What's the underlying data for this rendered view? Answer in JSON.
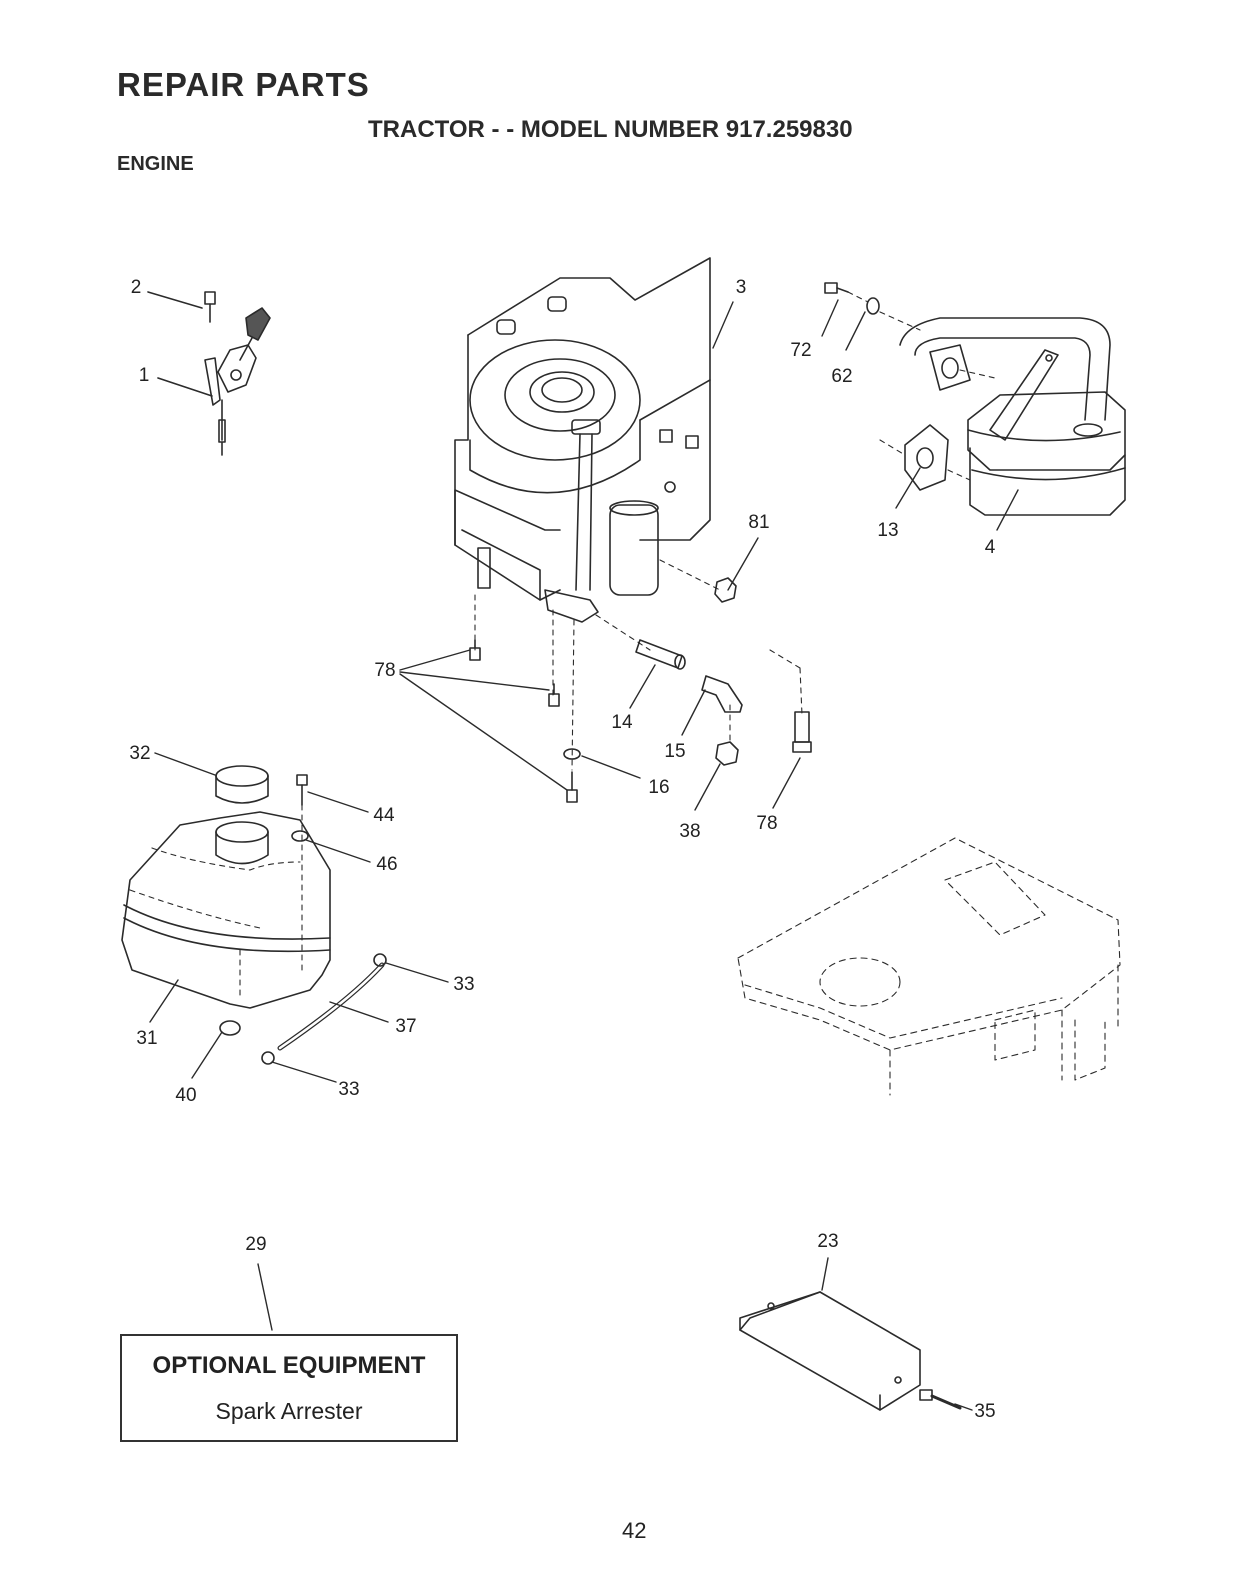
{
  "header": {
    "title": "REPAIR PARTS",
    "subtitle": "TRACTOR - - MODEL NUMBER 917.259830",
    "section": "ENGINE"
  },
  "callouts": [
    {
      "id": "c2",
      "text": "2"
    },
    {
      "id": "c1",
      "text": "1"
    },
    {
      "id": "c3",
      "text": "3"
    },
    {
      "id": "c72",
      "text": "72"
    },
    {
      "id": "c62",
      "text": "62"
    },
    {
      "id": "c13",
      "text": "13"
    },
    {
      "id": "c4",
      "text": "4"
    },
    {
      "id": "c81",
      "text": "81"
    },
    {
      "id": "c78a",
      "text": "78"
    },
    {
      "id": "c14",
      "text": "14"
    },
    {
      "id": "c15",
      "text": "15"
    },
    {
      "id": "c16",
      "text": "16"
    },
    {
      "id": "c38",
      "text": "38"
    },
    {
      "id": "c78b",
      "text": "78"
    },
    {
      "id": "c32",
      "text": "32"
    },
    {
      "id": "c44",
      "text": "44"
    },
    {
      "id": "c46",
      "text": "46"
    },
    {
      "id": "c33a",
      "text": "33"
    },
    {
      "id": "c37",
      "text": "37"
    },
    {
      "id": "c31",
      "text": "31"
    },
    {
      "id": "c40",
      "text": "40"
    },
    {
      "id": "c33b",
      "text": "33"
    },
    {
      "id": "c29",
      "text": "29"
    },
    {
      "id": "c23",
      "text": "23"
    },
    {
      "id": "c35",
      "text": "35"
    }
  ],
  "optional_equipment": {
    "heading": "OPTIONAL EQUIPMENT",
    "item": "Spark Arrester"
  },
  "page_number": "42"
}
